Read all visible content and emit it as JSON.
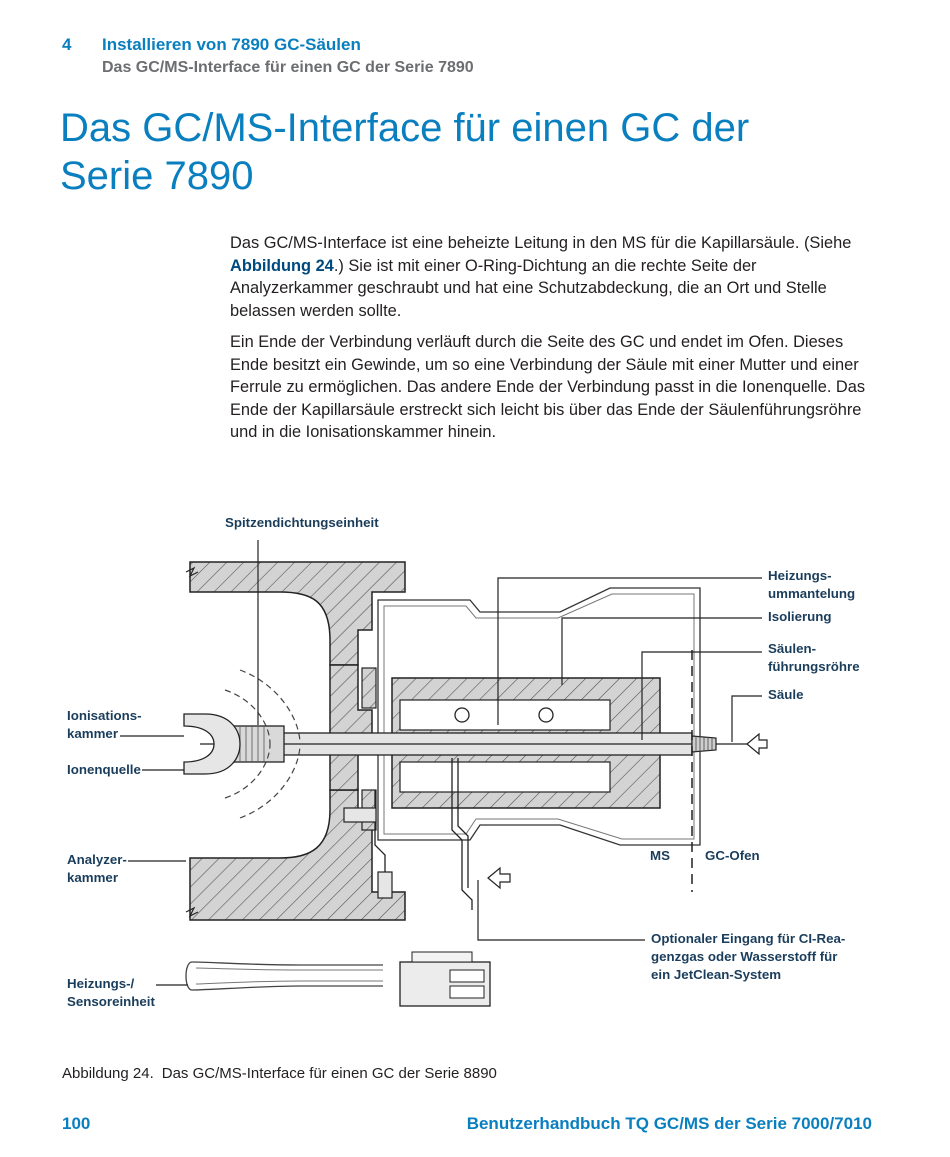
{
  "header": {
    "chapter_number": "4",
    "chapter_title": "Installieren von 7890 GC-Säulen",
    "section_title": "Das GC/MS-Interface für einen GC der Serie 7890"
  },
  "page_title": {
    "line1": "Das GC/MS-Interface für einen GC der",
    "line2": "Serie 7890"
  },
  "body": {
    "p1_before": "Das GC/MS-Interface ist eine beheizte Leitung in den MS für die Kapillarsäule. (Siehe ",
    "p1_xref": "Abbildung 24",
    "p1_after": ".) Sie ist mit einer O-Ring-Dichtung an die rechte Seite der Analyzerkammer geschraubt und hat eine Schutzabdeckung, die an Ort und Stelle belassen werden sollte.",
    "p2": "Ein Ende der Verbindung verläuft durch die Seite des GC und endet im Ofen. Dieses Ende besitzt ein Gewinde, um so eine Verbindung der Säule mit einer Mutter und einer Ferrule zu ermöglichen. Das andere Ende der Verbindung passt in die Ionenquelle. Das Ende der Kapillarsäule erstreckt sich leicht bis über das Ende der Säulenführungsröhre und in die Ionisationskammer hinein."
  },
  "figure": {
    "labels": {
      "tip_seal": "Spitzendichtungseinheit",
      "heater_sleeve": "Heizungs-\nummantelung",
      "insulation": "Isolierung",
      "column_guide": "Säulen-\nführungsröhre",
      "column": "Säule",
      "ionization_chamber": "Ionisations-\nkammer",
      "ion_source": "Ionenquelle",
      "analyzer_chamber": "Analyzer-\nkammer",
      "ms": "MS",
      "gc_oven": "GC-Ofen",
      "optional_inlet": "Optionaler Eingang für CI-Rea-\ngenzgas oder Wasserstoff für\nein JetClean-System",
      "heater_sensor": "Heizungs-/\nSensoreinheit"
    }
  },
  "caption": {
    "number": "Abbildung 24.",
    "text": "Das GC/MS-Interface für einen GC der Serie 8890"
  },
  "footer": {
    "page_number": "100",
    "manual_title": "Benutzerhandbuch TQ GC/MS der Serie 7000/7010"
  },
  "colors": {
    "accent_blue": "#0a7fbf",
    "label_navy": "#1a3d5c",
    "gray_heading": "#6d6e71"
  }
}
